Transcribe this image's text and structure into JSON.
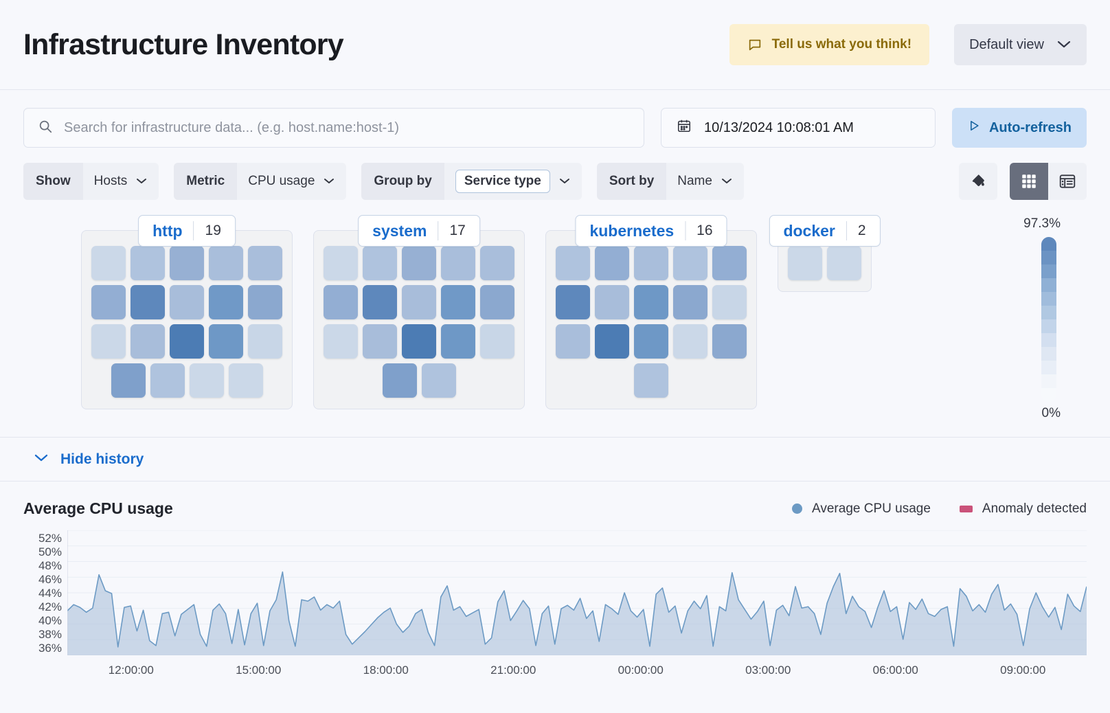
{
  "header": {
    "title": "Infrastructure Inventory",
    "feedback_label": "Tell us what you think!",
    "feedback_icon": "comment-icon",
    "view_label": "Default view",
    "view_chevron_icon": "chevron-down-icon"
  },
  "search": {
    "placeholder": "Search for infrastructure data... (e.g. host.name:host-1)",
    "icon": "search-icon"
  },
  "datepicker": {
    "value": "10/13/2024 10:08:01 AM",
    "icon": "calendar-icon"
  },
  "autorefresh": {
    "label": "Auto-refresh",
    "icon": "play-icon"
  },
  "filters": [
    {
      "label": "Show",
      "value": "Hosts",
      "boxed": false
    },
    {
      "label": "Metric",
      "value": "CPU usage",
      "boxed": false
    },
    {
      "label": "Group by",
      "value": "Service type",
      "boxed": true
    },
    {
      "label": "Sort by",
      "value": "Name",
      "boxed": false
    }
  ],
  "view_controls": {
    "palette_icon": "paint-bucket-icon",
    "grid_icon": "grid-view-icon",
    "table_icon": "table-view-icon",
    "active": "grid"
  },
  "map": {
    "legend": {
      "max": "97.3%",
      "min": "0%"
    },
    "groups": [
      {
        "name": "http",
        "count": "19",
        "rows": [
          [
            "#CBD8E8",
            "#AFC3DE",
            "#97B0D3",
            "#A9BEDB",
            "#A9BEDB"
          ],
          [
            "#93AED3",
            "#5E88BC",
            "#A8BDDA",
            "#7099C7",
            "#8BA8CF"
          ],
          [
            "#CBD8E8",
            "#A8BDDA",
            "#4C7CB4",
            "#6E98C6",
            "#C8D6E7"
          ],
          [
            "#7FA0CB",
            "#AFC3DE",
            "#CBD8E8",
            "#CBD8E8"
          ]
        ]
      },
      {
        "name": "system",
        "count": "17",
        "rows": [
          [
            "#CBD8E8",
            "#AFC3DE",
            "#97B0D3",
            "#A9BEDB",
            "#A9BEDB"
          ],
          [
            "#93AED3",
            "#5E88BC",
            "#A8BDDA",
            "#7099C7",
            "#8BA8CF"
          ],
          [
            "#CBD8E8",
            "#A8BDDA",
            "#4C7CB4",
            "#6E98C6",
            "#C8D6E7"
          ],
          [
            "#7FA0CB",
            "#AFC3DE"
          ]
        ]
      },
      {
        "name": "kubernetes",
        "count": "16",
        "rows": [
          [
            "#AFC3DE",
            "#93AED3",
            "#A9BEDB",
            "#AFC3DE",
            "#93AED3"
          ],
          [
            "#5E88BC",
            "#A8BDDA",
            "#6E98C6",
            "#8BA8CF",
            "#C8D6E7"
          ],
          [
            "#A9BEDB",
            "#4C7CB4",
            "#6E98C6",
            "#CBD8E8",
            "#8BA8CF"
          ],
          [
            "#AFC3DE"
          ]
        ]
      },
      {
        "name": "docker",
        "count": "2",
        "rows": [
          [
            "#CBD8E8",
            "#CBD8E8"
          ]
        ]
      }
    ]
  },
  "history": {
    "toggle_label": "Hide history",
    "toggle_icon": "chevron-down-icon"
  },
  "chart_data": {
    "type": "area",
    "title": "Average CPU usage",
    "xlabel": "",
    "ylabel": "",
    "ylim": [
      35,
      53
    ],
    "grid": true,
    "legend_position": "top-right",
    "legend": [
      {
        "name": "Average CPU usage",
        "color": "#6C9AC4",
        "marker": "dot"
      },
      {
        "name": "Anomaly detected",
        "color": "#CA527A",
        "marker": "square"
      }
    ],
    "ytick_labels": [
      "52%",
      "50%",
      "48%",
      "46%",
      "44%",
      "42%",
      "40%",
      "38%",
      "36%"
    ],
    "xtick_labels": [
      "12:00:00",
      "15:00:00",
      "18:00:00",
      "21:00:00",
      "00:00:00",
      "03:00:00",
      "06:00:00",
      "09:00:00"
    ],
    "series": [
      {
        "name": "Average CPU usage",
        "color": "#6C9AC4",
        "fill": "#AFC3DC",
        "values": [
          41.4,
          42.3,
          41.9,
          41.2,
          41.8,
          46.6,
          44.3,
          43.9,
          36.2,
          41.9,
          42.1,
          38.5,
          41.5,
          37.1,
          36.4,
          41.0,
          41.2,
          37.8,
          40.9,
          41.6,
          42.3,
          38.0,
          36.3,
          41.5,
          42.4,
          41.0,
          36.7,
          41.6,
          36.5,
          41.0,
          42.5,
          36.4,
          41.4,
          43.0,
          47.0,
          40.0,
          36.3,
          43.0,
          42.8,
          43.4,
          41.5,
          42.3,
          41.8,
          42.8,
          38.0,
          36.6,
          37.5,
          38.4,
          39.4,
          40.4,
          41.2,
          41.8,
          39.5,
          38.3,
          39.2,
          41.0,
          41.6,
          38.3,
          36.4,
          43.4,
          45.0,
          41.5,
          42.0,
          40.6,
          41.1,
          41.6,
          36.6,
          37.5,
          42.7,
          44.3,
          40.0,
          41.4,
          42.9,
          41.7,
          36.4,
          41.0,
          42.1,
          36.6,
          41.7,
          42.2,
          41.5,
          43.2,
          40.3,
          41.4,
          37.0,
          42.3,
          41.7,
          40.9,
          44.0,
          41.4,
          40.5,
          41.6,
          36.3,
          43.8,
          44.7,
          41.2,
          42.1,
          38.2,
          41.4,
          42.8,
          41.7,
          43.6,
          36.3,
          42.0,
          41.4,
          46.9,
          43.0,
          41.6,
          40.2,
          41.3,
          42.8,
          36.4,
          41.5,
          42.2,
          40.7,
          44.9,
          41.8,
          42.0,
          41.0,
          38.0,
          42.5,
          44.9,
          46.8,
          41.0,
          43.5,
          42.0,
          41.3,
          39.0,
          41.9,
          44.3,
          41.3,
          42.0,
          37.3,
          42.6,
          41.6,
          43.1,
          41.0,
          40.6,
          41.6,
          42.0,
          36.3,
          44.6,
          43.5,
          41.4,
          42.3,
          41.2,
          43.8,
          45.2,
          41.5,
          42.4,
          40.9,
          36.4,
          41.7,
          44.0,
          42.0,
          40.5,
          41.9,
          38.7,
          43.8,
          42.1,
          41.3,
          44.9
        ]
      }
    ]
  }
}
